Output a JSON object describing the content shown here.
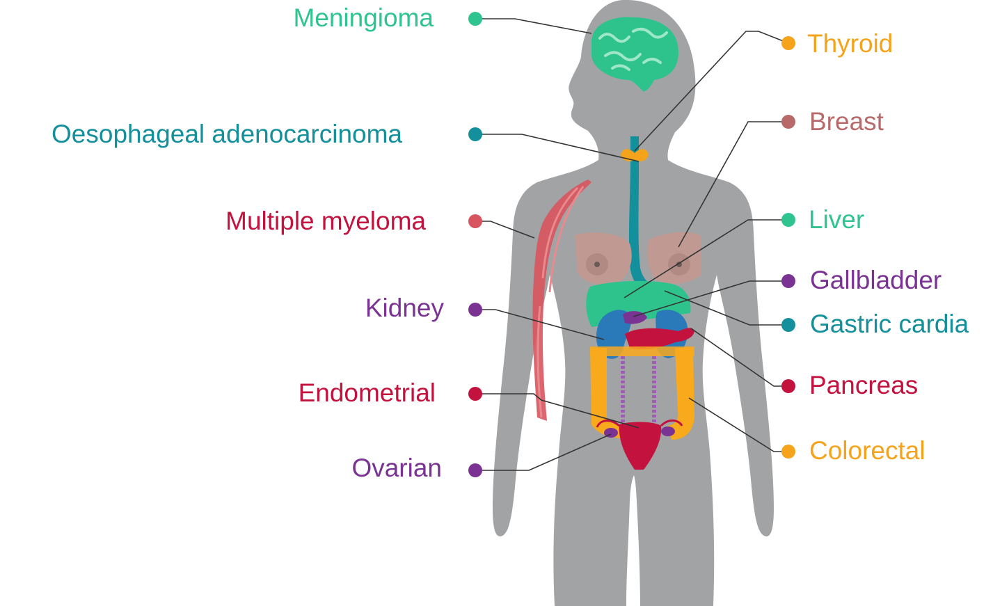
{
  "labels": {
    "meningioma": {
      "text": "Meningioma",
      "color": "#2fc48f"
    },
    "oesophageal": {
      "text": "Oesophageal adenocarcinoma",
      "color": "#13909b"
    },
    "myeloma": {
      "text": "Multiple myeloma",
      "color": "#c4123f"
    },
    "kidney": {
      "text": "Kidney",
      "color": "#7b3393"
    },
    "endometrial": {
      "text": "Endometrial",
      "color": "#c4123f"
    },
    "ovarian": {
      "text": "Ovarian",
      "color": "#7b3393"
    },
    "thyroid": {
      "text": "Thyroid",
      "color": "#f5a31a"
    },
    "breast": {
      "text": "Breast",
      "color": "#b86a6a"
    },
    "liver": {
      "text": "Liver",
      "color": "#2fc48f"
    },
    "gallbladder": {
      "text": "Gallbladder",
      "color": "#7b3393"
    },
    "gastric": {
      "text": "Gastric cardia",
      "color": "#13909b"
    },
    "pancreas": {
      "text": "Pancreas",
      "color": "#c4123f"
    },
    "colorectal": {
      "text": "Colorectal",
      "color": "#f5a31a"
    }
  },
  "colors": {
    "body": "#a2a3a5",
    "brain": "#2ec38d",
    "oesophagus": "#13909b",
    "thyroid": "#f5a31a",
    "breast": "#c09a92",
    "liver": "#2ec38d",
    "gallbladder": "#7b3393",
    "kidney": "#2a79b8",
    "pancreas": "#c4123f",
    "colon": "#f9a91c",
    "uterus": "#c4123f",
    "ovary": "#7b3393",
    "myeloma": "#d8545e",
    "leader_line": "#333333"
  },
  "icons": [
    "human-silhouette",
    "brain-organ",
    "oesophagus-organ",
    "thyroid-organ",
    "breast-organ",
    "liver-organ",
    "gallbladder-organ",
    "kidney-organ",
    "pancreas-organ",
    "colon-organ",
    "uterus-organ",
    "ovary-organ",
    "arm-bone-marrow"
  ]
}
